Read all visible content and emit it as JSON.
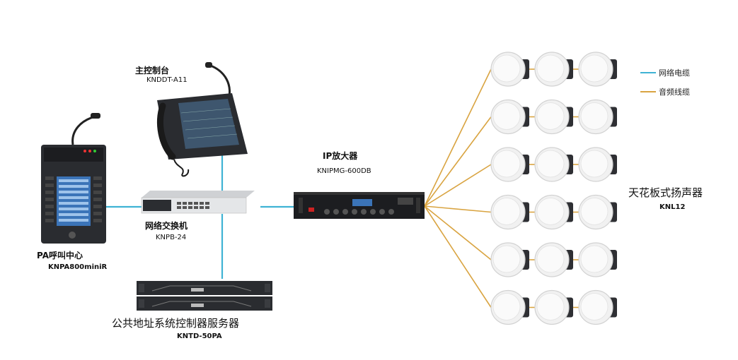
{
  "colors": {
    "network_cable": "#3fb3d4",
    "audio_cable": "#d9a441",
    "device_dark": "#2a2c30",
    "device_panel": "#1c1d20",
    "screen": "#3b74b8",
    "speaker": "#f1f1f1"
  },
  "legend": {
    "network": "网络电缆",
    "audio": "音频线缆"
  },
  "devices": {
    "console": {
      "name": "主控制台",
      "model": "KNDDT-A11"
    },
    "call_center": {
      "name": "PA呼叫中心",
      "model": "KNPA800miniR"
    },
    "switch": {
      "name": "网络交换机",
      "model": "KNPB-24"
    },
    "amplifier": {
      "name": "IP放大器",
      "model": "KNIPMG-600DB"
    },
    "server": {
      "name": "公共地址系统控制器服务器",
      "model": "KNTD-50PA"
    },
    "speakers": {
      "name": "天花板式扬声器",
      "model": "KNL12",
      "rows": 6,
      "cols": 3
    }
  }
}
